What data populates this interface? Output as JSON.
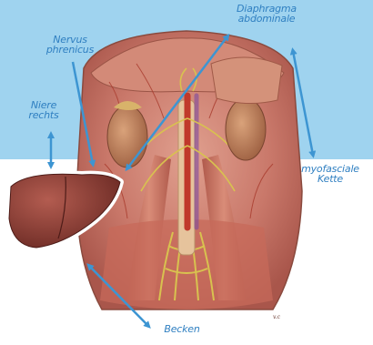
{
  "labels": {
    "nervus_phrenicus": "Nervus\nphrenicus",
    "diaphragma": "Diaphragma\nabdominale",
    "niere_rechts": "Niere\nrechts",
    "myofasciale_kette": "myofasciale\nKette",
    "becken": "Becken"
  },
  "colors": {
    "sky": "#9fd3ef",
    "label": "#2f7fc1",
    "arrow": "#3d95d2",
    "tissue": "#c9786a",
    "kidney": "#b77b5a",
    "liver": "#8a3f36",
    "nerve": "#d8c24f",
    "artery": "#c0392b"
  }
}
